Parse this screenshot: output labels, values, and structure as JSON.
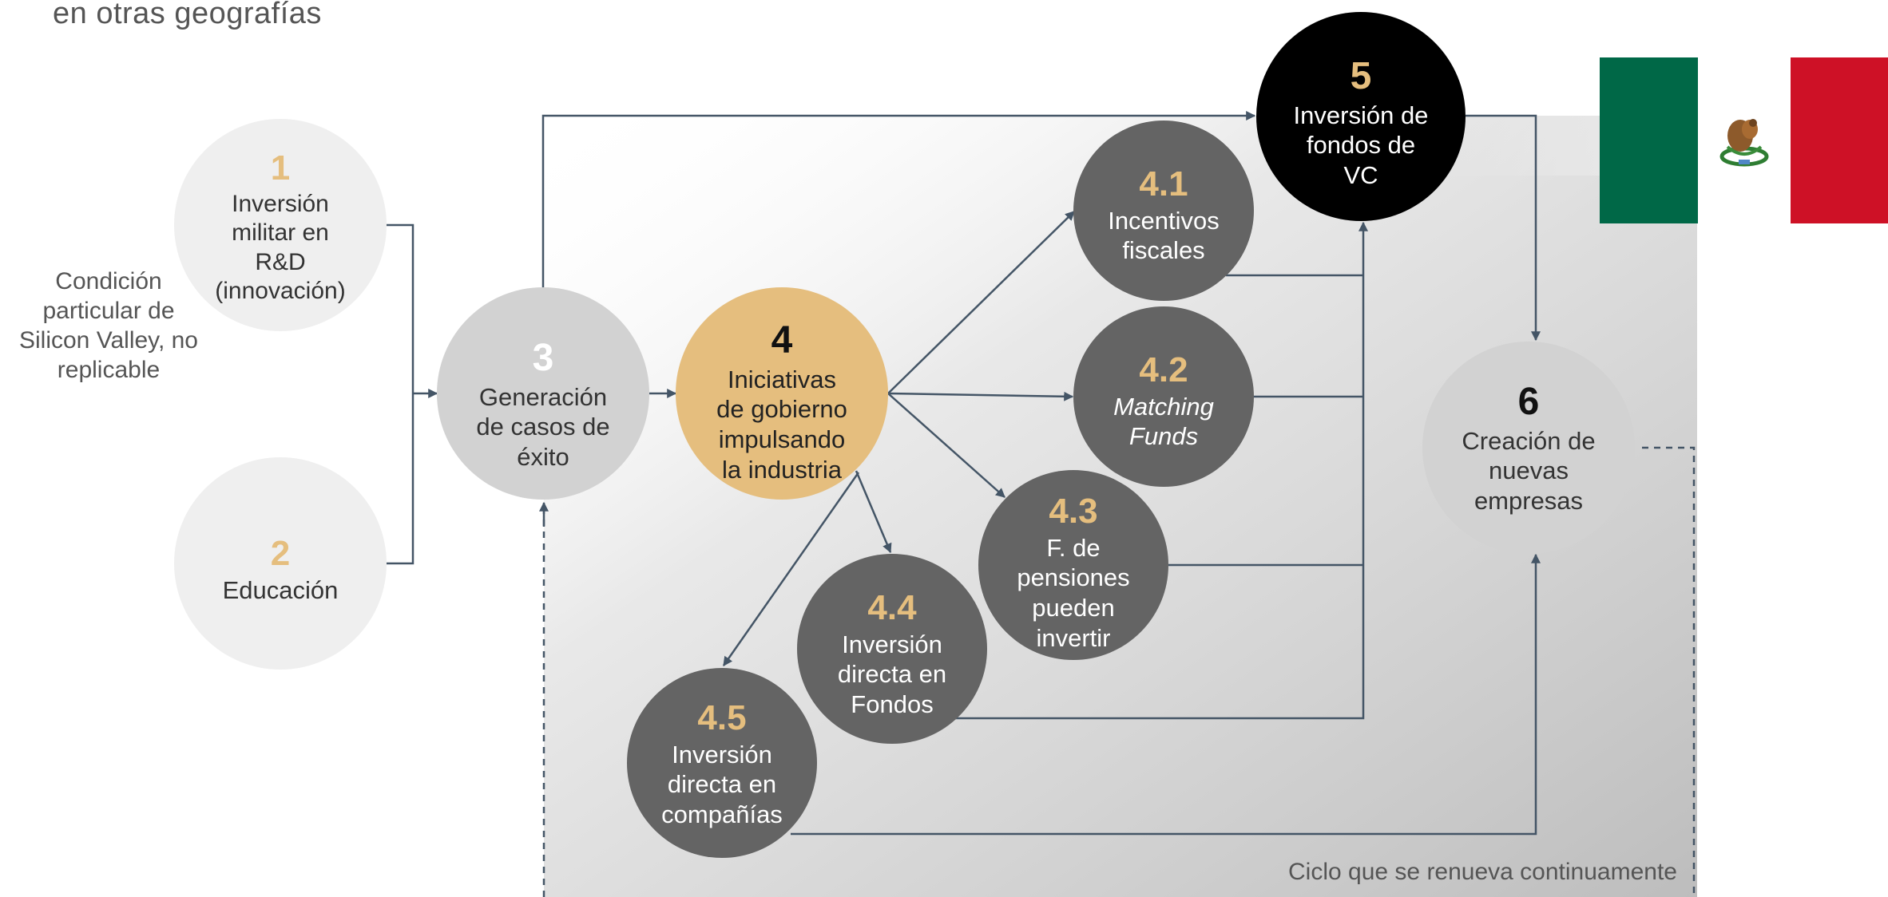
{
  "header": {
    "subtitle": "en otras geografías"
  },
  "condition_note": [
    "Condición",
    "particular de",
    "Silicon Valley, no",
    "replicable"
  ],
  "cycle_label": "Ciclo que se renueva continuamente",
  "flag": {
    "name": "mexico-flag",
    "colors": {
      "green": "#006847",
      "white": "#ffffff",
      "red": "#ce1126"
    }
  },
  "colors": {
    "light_circle": "#efefef",
    "mid_circle": "#d2d2d2",
    "gold_circle": "#e5be7e",
    "dark_circle": "#646464",
    "black_circle": "#000000",
    "accent_number": "#e5be7e",
    "connector": "#445566"
  },
  "nodes": [
    {
      "id": "n1",
      "number": "1",
      "label": [
        "Inversión",
        "militar en",
        "R&D",
        "(innovación)"
      ]
    },
    {
      "id": "n2",
      "number": "2",
      "label": [
        "Educación"
      ]
    },
    {
      "id": "n3",
      "number": "3",
      "label": [
        "Generación",
        "de  casos de",
        "éxito"
      ]
    },
    {
      "id": "n4",
      "number": "4",
      "label": [
        "Iniciativas",
        "de gobierno",
        "impulsando",
        "la industria"
      ]
    },
    {
      "id": "n41",
      "number": "4.1",
      "label": [
        "Incentivos",
        "fiscales"
      ]
    },
    {
      "id": "n42",
      "number": "4.2",
      "label": [
        "Matching",
        "Funds"
      ]
    },
    {
      "id": "n43",
      "number": "4.3",
      "label": [
        "F. de",
        "pensiones",
        "pueden",
        "invertir"
      ]
    },
    {
      "id": "n44",
      "number": "4.4",
      "label": [
        "Inversión",
        "directa en",
        "Fondos"
      ]
    },
    {
      "id": "n45",
      "number": "4.5",
      "label": [
        "Inversión",
        "directa en",
        "compañías"
      ]
    },
    {
      "id": "n5",
      "number": "5",
      "label": [
        "Inversión de",
        "fondos de",
        "VC"
      ]
    },
    {
      "id": "n6",
      "number": "6",
      "label": [
        "Creación de",
        "nuevas",
        "empresas"
      ]
    }
  ],
  "edges": [
    {
      "from": "1",
      "to": "3"
    },
    {
      "from": "2",
      "to": "3"
    },
    {
      "from": "3",
      "to": "4"
    },
    {
      "from": "3",
      "to": "5"
    },
    {
      "from": "4",
      "to": "4.1"
    },
    {
      "from": "4",
      "to": "4.2"
    },
    {
      "from": "4",
      "to": "4.3"
    },
    {
      "from": "4",
      "to": "4.4"
    },
    {
      "from": "4",
      "to": "4.5"
    },
    {
      "from": "4.1",
      "to": "5"
    },
    {
      "from": "4.2",
      "to": "5"
    },
    {
      "from": "4.3",
      "to": "5"
    },
    {
      "from": "4.4",
      "to": "5"
    },
    {
      "from": "4.5",
      "to": "6"
    },
    {
      "from": "5",
      "to": "6"
    },
    {
      "from": "6",
      "to": "3",
      "style": "dashed"
    }
  ]
}
